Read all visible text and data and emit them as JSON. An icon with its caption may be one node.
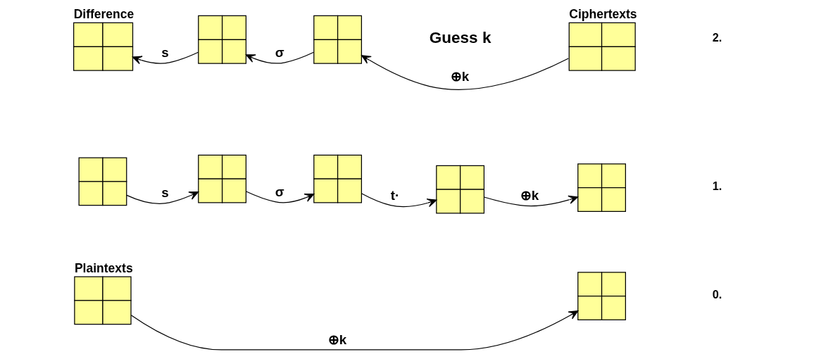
{
  "diagram": {
    "nodes": [
      {
        "text": [
          "Plaintexts"
        ]
      },
      {
        "text": [],
        "shape": "box"
      },
      {
        "text": [],
        "shape": "box"
      },
      {
        "text": [],
        "shape": "box"
      },
      {
        "text": [],
        "shape": "box"
      },
      {
        "text": [],
        "shape": "box"
      },
      {
        "text": [],
        "shape": "box"
      },
      {
        "text": [
          "Difference"
        ]
      },
      {
        "text": [],
        "shape": "box"
      },
      {
        "text": [],
        "shape": "box"
      },
      {
        "text": [
          "Ciphertexts"
        ]
      }
    ],
    "edges": [
      {
        "from": 0,
        "to": 1,
        "arrow": "to",
        "label": "⊕k"
      },
      {
        "from": 2,
        "to": 3,
        "arrow": "to",
        "label": "s"
      },
      {
        "from": 3,
        "to": 4,
        "arrow": "to",
        "label": "σ"
      },
      {
        "from": 4,
        "to": 5,
        "arrow": "to",
        "label": "t·"
      },
      {
        "from": 5,
        "to": 6,
        "arrow": "to",
        "label": "⊕k"
      },
      {
        "from": 10,
        "to": 9,
        "arrow": "to",
        "label": "⊕k"
      },
      {
        "from": 9,
        "to": 8,
        "arrow": "to",
        "label": "σ"
      },
      {
        "from": 8,
        "to": 7,
        "arrow": "to",
        "label": "s"
      }
    ],
    "labels": [
      "0.",
      "1.",
      "Guess k",
      "2."
    ]
  }
}
